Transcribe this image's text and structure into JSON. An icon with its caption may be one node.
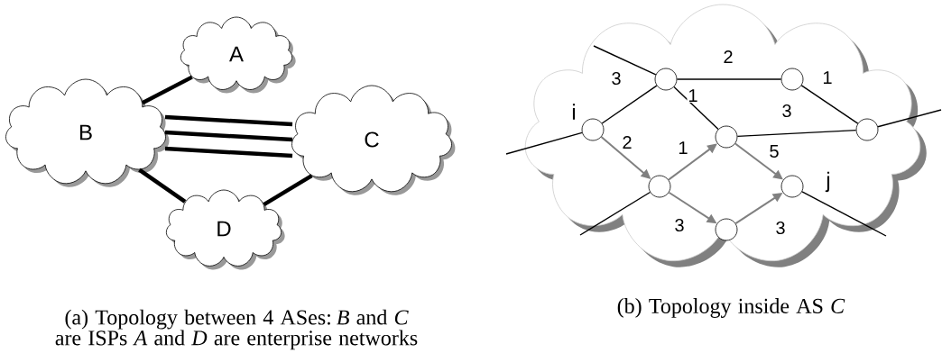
{
  "diagram": {
    "nodes": [
      {
        "text": [
          "A"
        ]
      },
      {
        "text": [
          "B"
        ]
      },
      {
        "text": [
          "C"
        ]
      },
      {
        "text": [
          "D"
        ]
      },
      {
        "text": [],
        "shape": "cloud"
      },
      {
        "text": [],
        "shape": "circle",
        "in": 4
      },
      {
        "text": [],
        "shape": "circle",
        "in": 4
      },
      {
        "text": [],
        "shape": "circle",
        "in": 4,
        "beside": [
          "i"
        ]
      },
      {
        "text": [],
        "shape": "circle",
        "in": 4
      },
      {
        "text": [],
        "shape": "circle",
        "in": 4
      },
      {
        "text": [],
        "shape": "circle",
        "in": 4
      },
      {
        "text": [],
        "shape": "circle",
        "in": 4,
        "beside": [
          "j"
        ]
      },
      {
        "text": [],
        "shape": "circle",
        "in": 4
      }
    ],
    "edges": [
      {
        "from": 0,
        "to": 1,
        "arrow": "none",
        "style": "thick"
      },
      {
        "from": 1,
        "to": 2,
        "arrow": "none",
        "style": "thick"
      },
      {
        "from": 1,
        "to": 2,
        "arrow": "none",
        "style": "thick"
      },
      {
        "from": 1,
        "to": 2,
        "arrow": "none",
        "style": "thick"
      },
      {
        "from": 1,
        "to": 3,
        "arrow": "none",
        "style": "thick"
      },
      {
        "from": 3,
        "to": 2,
        "arrow": "none",
        "style": "thick"
      },
      {
        "from": 5,
        "to": 6,
        "arrow": "none",
        "label": "2"
      },
      {
        "from": 7,
        "to": 5,
        "arrow": "none",
        "label": "3"
      },
      {
        "from": 5,
        "to": 8,
        "arrow": "none",
        "label": "1"
      },
      {
        "from": 6,
        "to": 9,
        "arrow": "none",
        "label": "1"
      },
      {
        "from": 8,
        "to": 9,
        "arrow": "none",
        "label": "3"
      },
      {
        "from": 7,
        "to": 10,
        "arrow": "to",
        "label": "2",
        "color": "#808080"
      },
      {
        "from": 10,
        "to": 8,
        "arrow": "to",
        "label": "1",
        "color": "#808080"
      },
      {
        "from": 8,
        "to": 11,
        "arrow": "to",
        "label": "5",
        "color": "#808080"
      },
      {
        "from": 10,
        "to": 12,
        "arrow": "to",
        "label": "3",
        "color": "#808080"
      },
      {
        "from": 12,
        "to": 11,
        "arrow": "to",
        "label": "3",
        "color": "#808080"
      },
      {
        "from": null,
        "to": 5,
        "arrow": "none"
      },
      {
        "from": null,
        "to": 7,
        "arrow": "none"
      },
      {
        "from": null,
        "to": 10,
        "arrow": "none"
      },
      {
        "from": null,
        "to": 11,
        "arrow": "none"
      },
      {
        "from": null,
        "to": 9,
        "arrow": "none"
      }
    ],
    "labels": [
      "(a) Topology between 4 ASes: *B* and *C* are ISPs *A* and *D* are enterprise networks",
      "(b) Topology inside AS *C*"
    ]
  }
}
